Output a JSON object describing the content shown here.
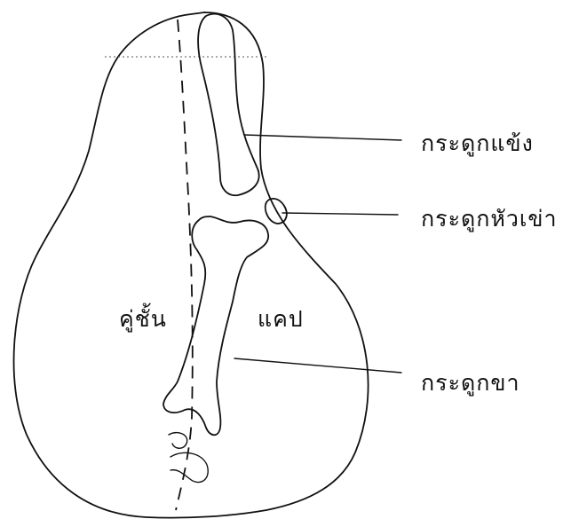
{
  "diagram": {
    "labels": {
      "femur": "กระดูกแข้ง",
      "patella": "กระดูกหัวเข่า",
      "tibia": "กระดูกขา",
      "topside": "คู่ชั้น",
      "flank": "แคป"
    },
    "colors": {
      "ink": "#111111",
      "background": "#ffffff"
    }
  }
}
